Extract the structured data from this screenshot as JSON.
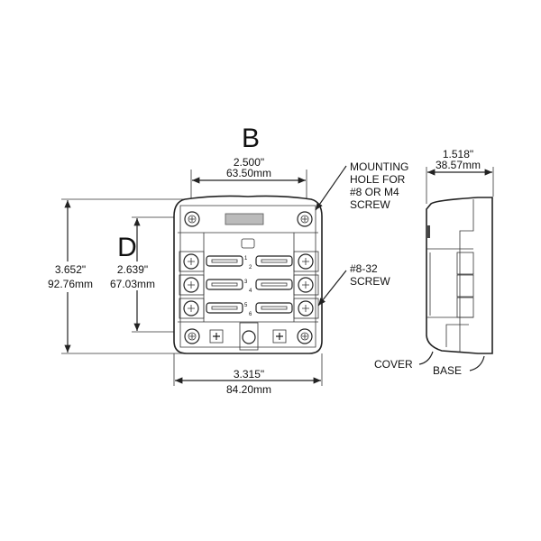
{
  "labels": {
    "letter_b": "B",
    "letter_d": "D",
    "width_in": "2.500\"",
    "width_mm": "63.50mm",
    "height_in": "3.652\"",
    "height_mm": "92.76mm",
    "inner_height_in": "2.639\"",
    "inner_height_mm": "67.03mm",
    "overall_width_in": "3.315\"",
    "overall_width_mm": "84.20mm",
    "depth_in": "1.518\"",
    "depth_mm": "38.57mm",
    "mounting_hole": [
      "MOUNTING",
      "HOLE FOR",
      "#8 OR M4",
      "SCREW"
    ],
    "terminal_screw": [
      "#8-32",
      "SCREW"
    ],
    "cover": "COVER",
    "base": "BASE",
    "fuse_numbers": [
      "1",
      "2",
      "3",
      "4",
      "5",
      "6"
    ]
  }
}
